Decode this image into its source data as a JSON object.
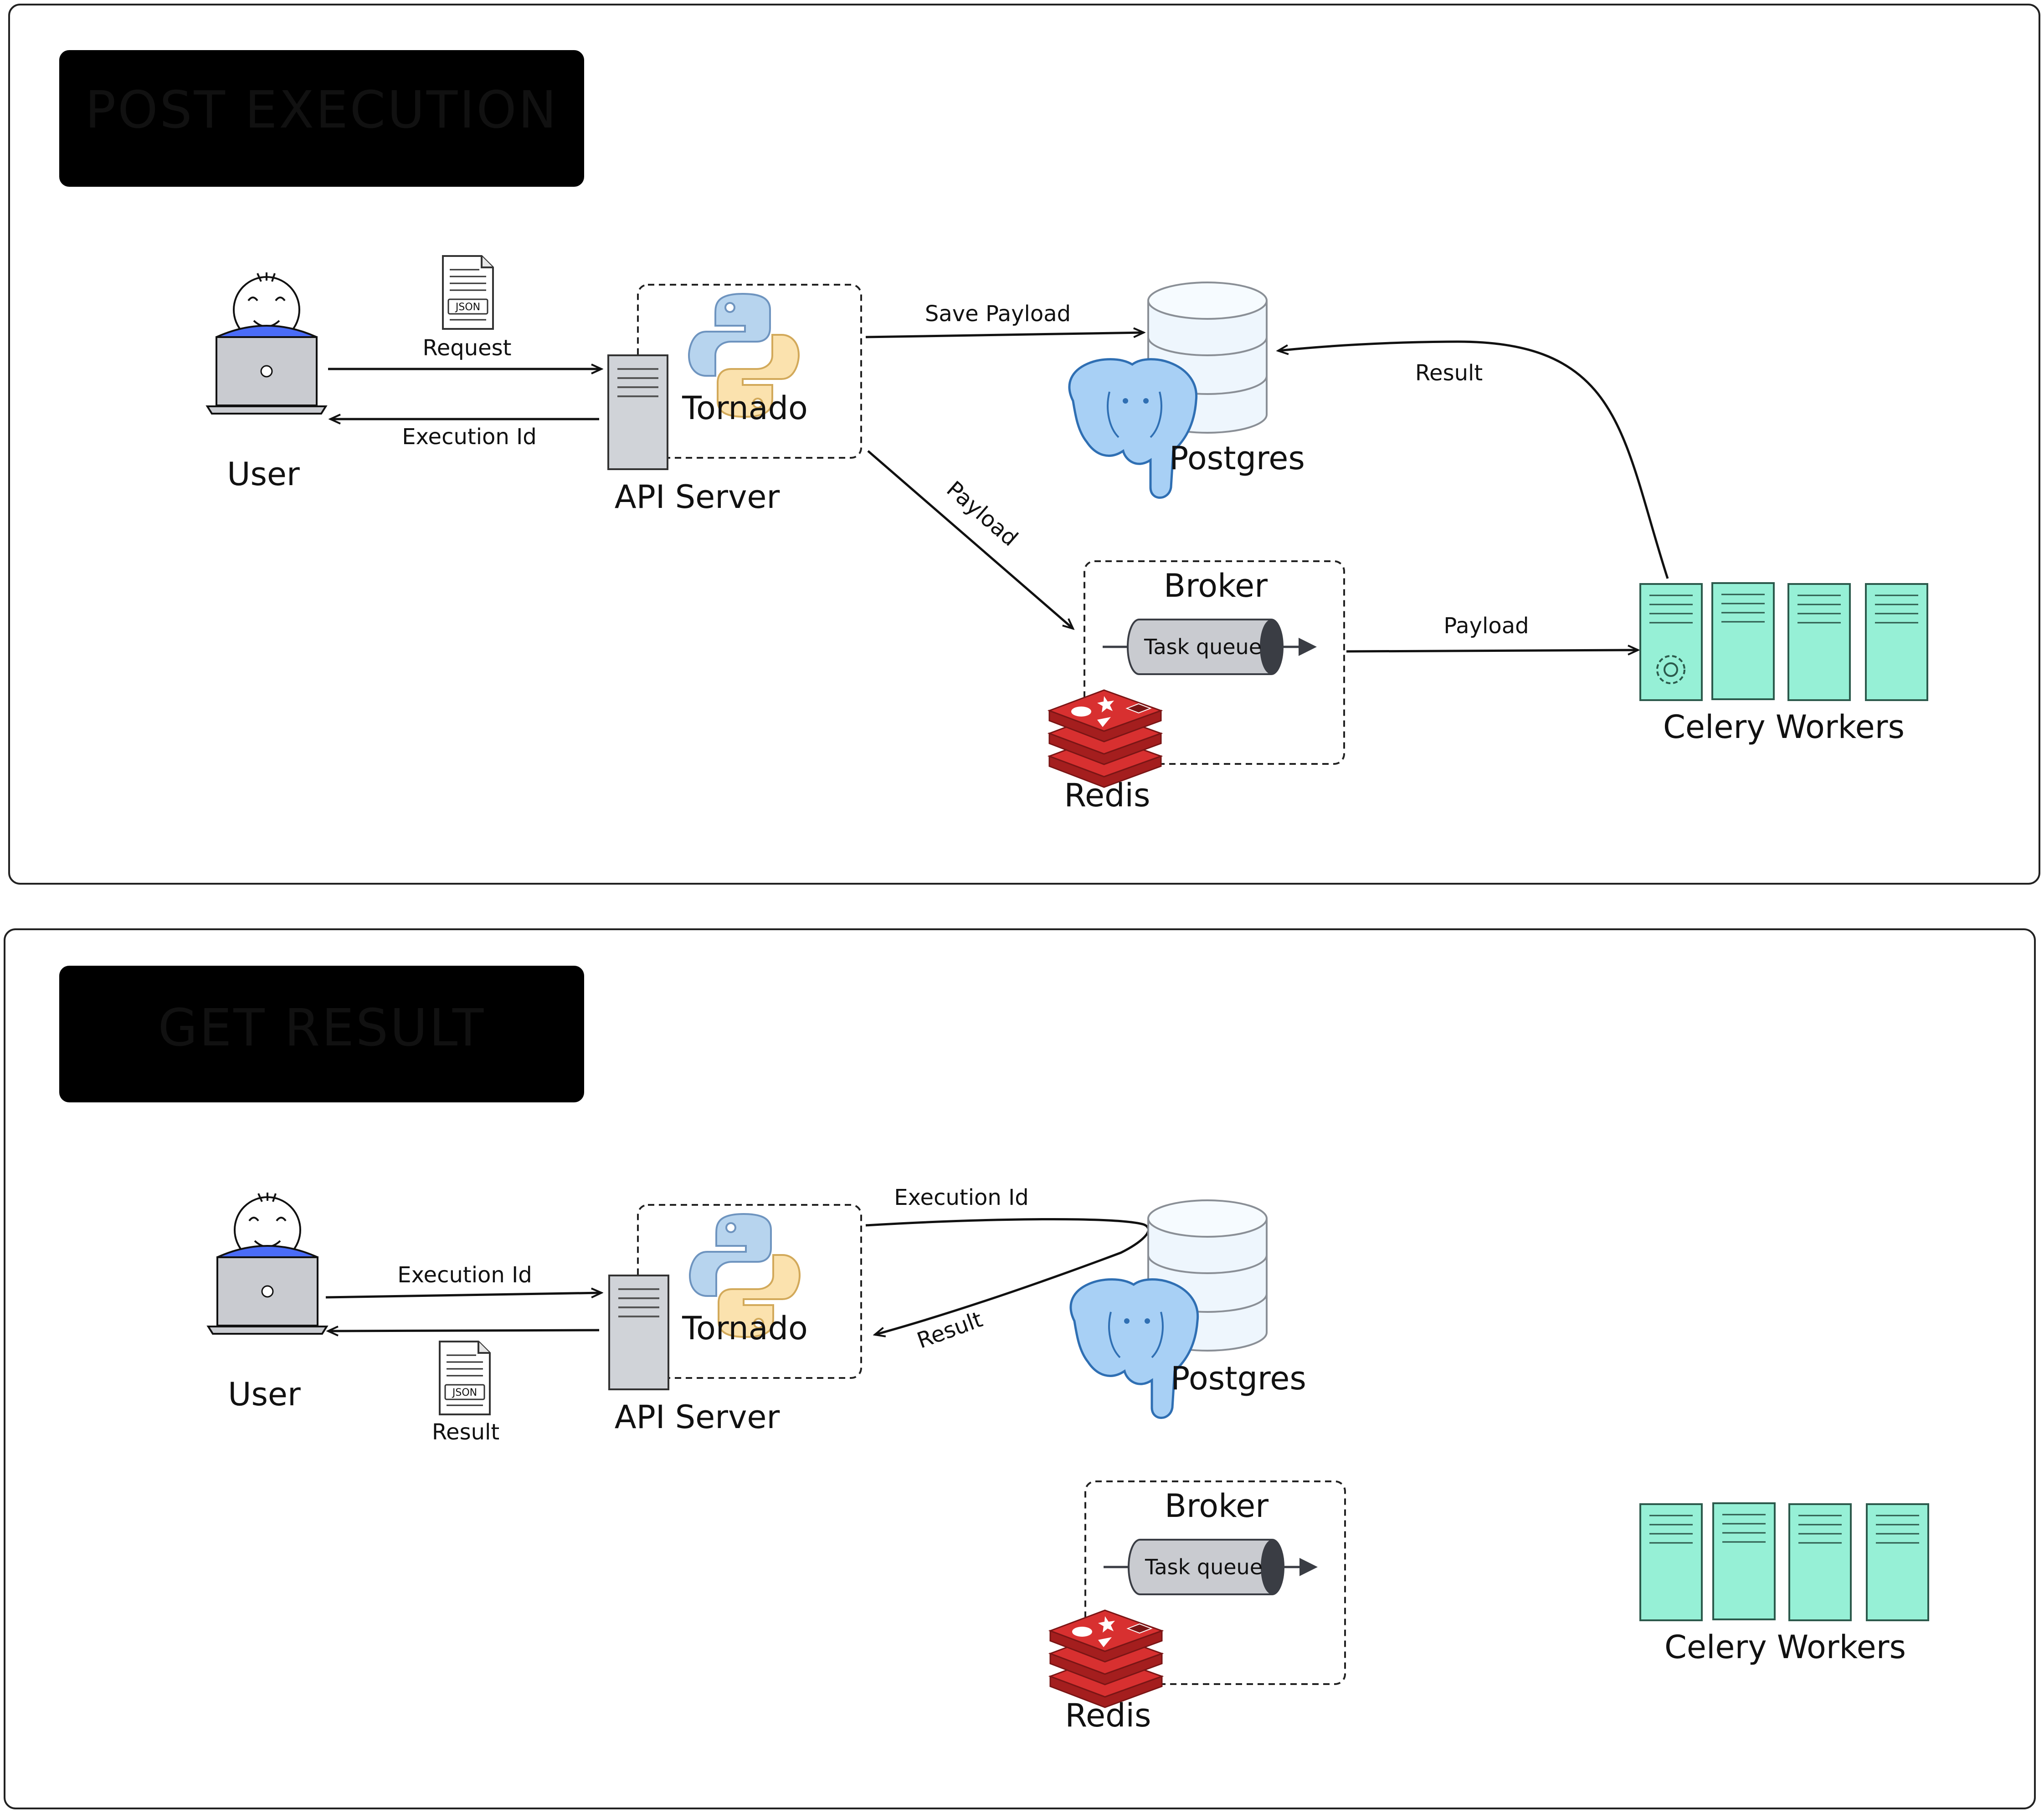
{
  "panels": [
    {
      "title": "POST EXECUTION",
      "nodes": {
        "user": "User",
        "api_server": "API Server",
        "tornado": "Tornado",
        "postgres": "Postgres",
        "broker": "Broker",
        "task_queue": "Task queue",
        "redis": "Redis",
        "workers": "Celery Workers"
      },
      "json_badge": "JSON",
      "edges": {
        "request": "Request",
        "execution_id": "Execution Id",
        "save_payload": "Save Payload",
        "payload_to_broker": "Payload",
        "payload_to_workers": "Payload",
        "result": "Result"
      }
    },
    {
      "title": "GET RESULT",
      "nodes": {
        "user": "User",
        "api_server": "API Server",
        "tornado": "Tornado",
        "postgres": "Postgres",
        "broker": "Broker",
        "task_queue": "Task queue",
        "redis": "Redis",
        "workers": "Celery Workers"
      },
      "json_badge": "JSON",
      "edges": {
        "execution_id_in": "Execution Id",
        "result_out": "Result",
        "execution_id_to_db": "Execution Id",
        "result_from_db": "Result"
      }
    }
  ],
  "colors": {
    "title_bg": "#000000",
    "worker_fill": "#96f0d6",
    "server_fill": "#d0d3d8",
    "redis_red": "#c62828",
    "postgres_blue": "#a8d0f5",
    "python_blue": "#b7d4ee",
    "python_yellow": "#fbe2ae",
    "user_shirt": "#4a6cf7",
    "queue_fill": "#c9cbd0"
  }
}
